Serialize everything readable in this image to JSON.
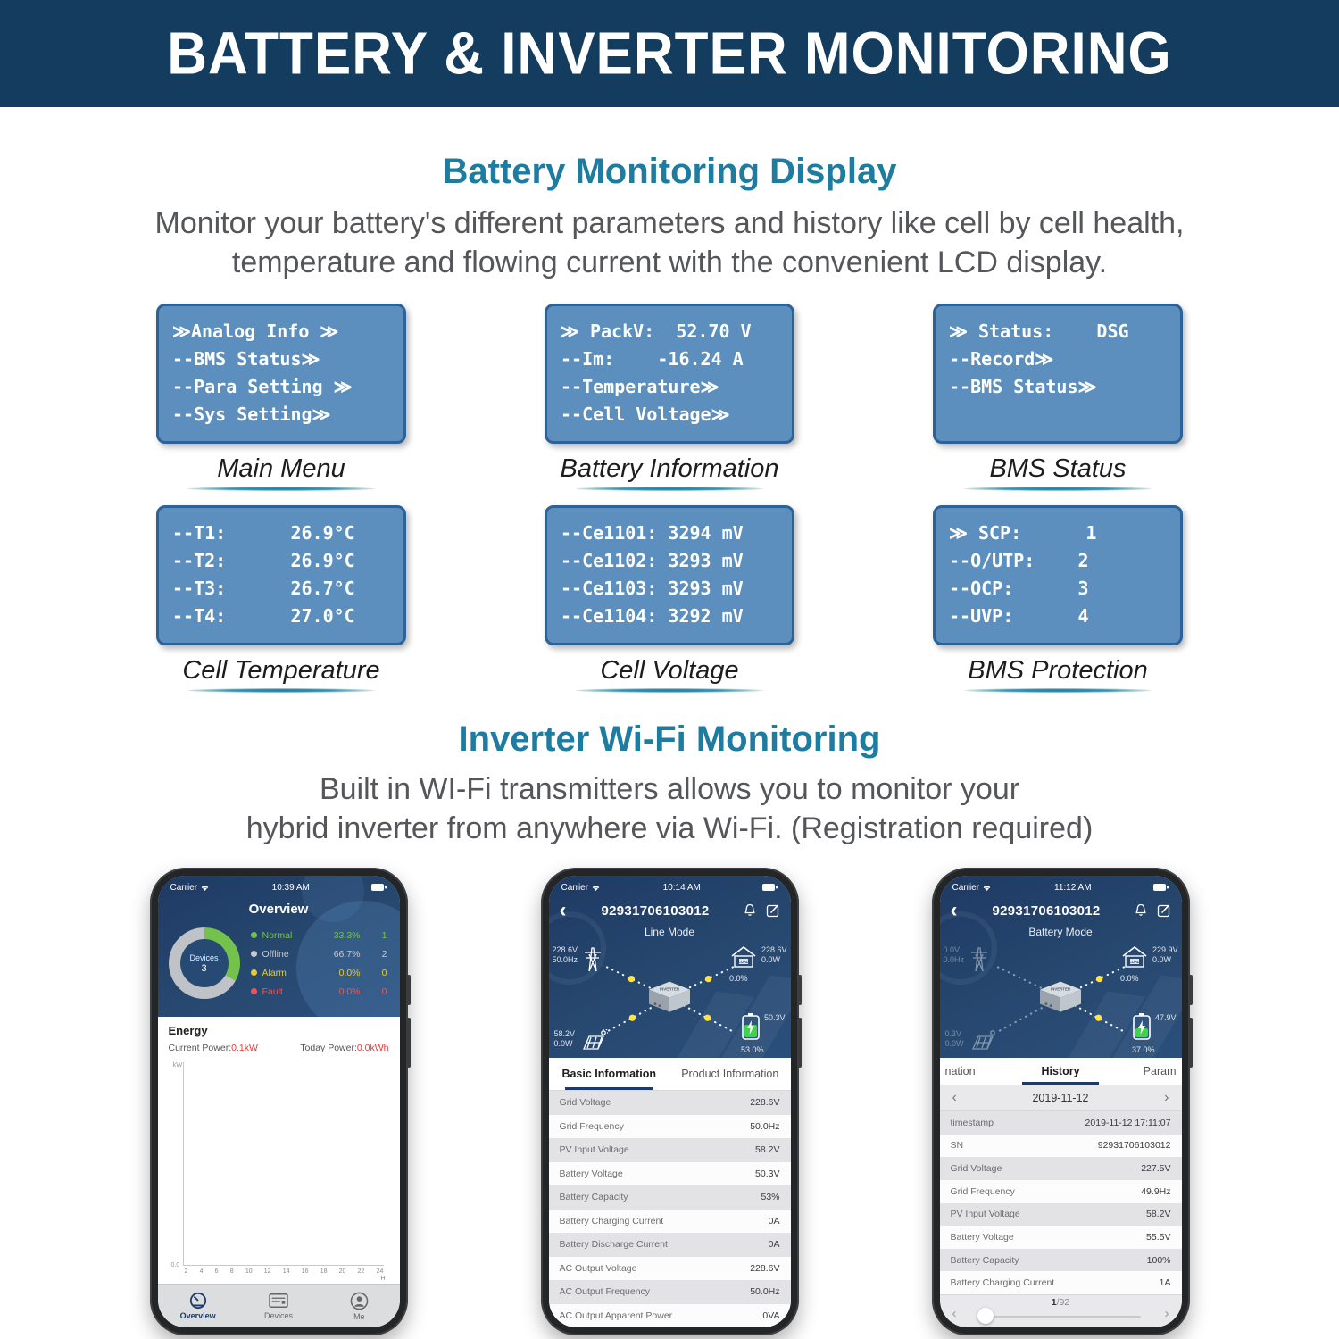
{
  "banner": {
    "title": "BATTERY & INVERTER MONITORING"
  },
  "battery_section": {
    "heading": "Battery Monitoring Display",
    "desc_line1": "Monitor your battery's different parameters and history like cell by cell health,",
    "desc_line2": "temperature and flowing current with the convenient LCD display."
  },
  "lcd_panels": [
    {
      "caption": "Main Menu",
      "lines": [
        "≫Analog Info ≫",
        "--BMS Status≫",
        "--Para Setting ≫",
        "--Sys Setting≫"
      ]
    },
    {
      "caption": "Battery Information",
      "lines": [
        "≫ PackV:  52.70 V",
        "--Im:    -16.24 A",
        "--Temperature≫",
        "--Cell Voltage≫"
      ]
    },
    {
      "caption": "BMS Status",
      "lines": [
        "≫ Status:    DSG",
        "--Record≫",
        "--BMS Status≫"
      ]
    },
    {
      "caption": "Cell Temperature",
      "lines": [
        "--T1:      26.9°C",
        "--T2:      26.9°C",
        "--T3:      26.7°C",
        "--T4:      27.0°C"
      ]
    },
    {
      "caption": "Cell Voltage",
      "lines": [
        "--Ce1101: 3294 mV",
        "--Ce1102: 3293 mV",
        "--Ce1103: 3293 mV",
        "--Ce1104: 3292 mV"
      ]
    },
    {
      "caption": "BMS Protection",
      "lines": [
        "≫ SCP:      1",
        "--O/UTP:    2",
        "--OCP:      3",
        "--UVP:      4"
      ]
    }
  ],
  "inverter_section": {
    "heading": "Inverter Wi-Fi Monitoring",
    "desc_line1": "Built in WI-Fi transmitters allows you to monitor your",
    "desc_line2": "hybrid inverter from anywhere via Wi-Fi. (Registration required)"
  },
  "phone_overview": {
    "status": {
      "carrier": "Carrier",
      "time": "10:39 AM"
    },
    "title": "Overview",
    "donut": {
      "center_label": "Devices",
      "center_value": "3",
      "segments": [
        {
          "name": "Normal",
          "pct": 33.3,
          "color": "#74c24c"
        },
        {
          "name": "Offline",
          "pct": 66.7,
          "color": "#bfc3c8"
        }
      ]
    },
    "legend": [
      {
        "label": "Normal",
        "pct": "33.3%",
        "count": "1",
        "color": "#74c24c"
      },
      {
        "label": "Offline",
        "pct": "66.7%",
        "count": "2",
        "color": "#c6cad0"
      },
      {
        "label": "Alarm",
        "pct": "0.0%",
        "count": "0",
        "color": "#e9c832"
      },
      {
        "label": "Fault",
        "pct": "0.0%",
        "count": "0",
        "color": "#f2554b"
      }
    ],
    "energy": {
      "title": "Energy",
      "current_label": "Current Power:",
      "current_value": "0.1kW",
      "today_label": "Today Power:",
      "today_value": "0.0kWh",
      "y_label": "kW",
      "y_origin": "0.0",
      "x_ticks": [
        "2",
        "4",
        "6",
        "8",
        "10",
        "12",
        "14",
        "16",
        "18",
        "20",
        "22",
        "24"
      ],
      "x_unit": "H"
    },
    "tabs": [
      {
        "label": "Overview",
        "active": true
      },
      {
        "label": "Devices",
        "active": false
      },
      {
        "label": "Me",
        "active": false
      }
    ]
  },
  "phone_line_mode": {
    "status": {
      "carrier": "Carrier",
      "time": "10:14 AM"
    },
    "nav_title": "92931706103012",
    "mode": "Line Mode",
    "diagram": {
      "grid_voltage": "228.6V",
      "grid_frequency": "50.0Hz",
      "load_voltage": "228.6V",
      "load_power": "0.0W",
      "load_percent": "0.0%",
      "pv_voltage": "58.2V",
      "pv_power": "0.0W",
      "battery_voltage": "50.3V",
      "battery_percent": "53.0%",
      "inverter_label": "INVERTER"
    },
    "tabs": [
      {
        "label": "Basic Information",
        "active": true
      },
      {
        "label": "Product Information",
        "active": false
      }
    ],
    "table": [
      {
        "label": "Grid Voltage",
        "value": "228.6V"
      },
      {
        "label": "Grid Frequency",
        "value": "50.0Hz"
      },
      {
        "label": "PV Input Voltage",
        "value": "58.2V"
      },
      {
        "label": "Battery Voltage",
        "value": "50.3V"
      },
      {
        "label": "Battery Capacity",
        "value": "53%"
      },
      {
        "label": "Battery Charging Current",
        "value": "0A"
      },
      {
        "label": "Battery Discharge Current",
        "value": "0A"
      },
      {
        "label": "AC Output Voltage",
        "value": "228.6V"
      },
      {
        "label": "AC Output Frequency",
        "value": "50.0Hz"
      },
      {
        "label": "AC Output Apparent Power",
        "value": "0VA"
      }
    ]
  },
  "phone_battery_mode": {
    "status": {
      "carrier": "Carrier",
      "time": "11:12 AM"
    },
    "nav_title": "92931706103012",
    "mode": "Battery Mode",
    "diagram": {
      "grid_voltage": "0.0V",
      "grid_frequency": "0.0Hz",
      "load_voltage": "229.9V",
      "load_power": "0.0W",
      "load_percent": "0.0%",
      "pv_voltage": "0.3V",
      "pv_power": "0.0W",
      "battery_voltage": "47.9V",
      "battery_percent": "37.0%",
      "inverter_label": "INVERTER"
    },
    "tabs": [
      {
        "label": "nation",
        "active": false
      },
      {
        "label": "History",
        "active": true
      },
      {
        "label": "Param",
        "active": false
      }
    ],
    "date_nav": {
      "date": "2019-11-12"
    },
    "table": [
      {
        "label": "timestamp",
        "value": "2019-11-12 17:11:07"
      },
      {
        "label": "SN",
        "value": "92931706103012"
      },
      {
        "label": "Grid Voltage",
        "value": "227.5V"
      },
      {
        "label": "Grid Frequency",
        "value": "49.9Hz"
      },
      {
        "label": "PV Input Voltage",
        "value": "58.2V"
      },
      {
        "label": "Battery Voltage",
        "value": "55.5V"
      },
      {
        "label": "Battery Capacity",
        "value": "100%"
      },
      {
        "label": "Battery Charging Current",
        "value": "1A"
      }
    ],
    "pagination": {
      "page": "1",
      "separator": "/",
      "total": "92"
    }
  },
  "colors": {
    "banner_navy": "#133c5e",
    "accent_teal": "#1e7ca0",
    "lcd_fill": "#5c8fbd",
    "lcd_border": "#2c6298",
    "normal_green": "#74c24c",
    "offline_gray": "#c6cad0",
    "alarm_yellow": "#e9c832",
    "fault_red": "#f2554b",
    "value_red": "#e23b3b",
    "phone_header_navy": "#24406e",
    "tab_underline_navy": "#1d3b66"
  },
  "icons": [
    "wifi-icon",
    "battery-status-icon",
    "back-icon",
    "bell-icon",
    "edit-icon",
    "gauge-icon",
    "devices-icon",
    "person-icon",
    "grid-tower-icon",
    "house-load-icon",
    "solar-panel-icon",
    "battery-level-icon",
    "inverter-icon",
    "chevron-left-icon",
    "chevron-right-icon"
  ]
}
